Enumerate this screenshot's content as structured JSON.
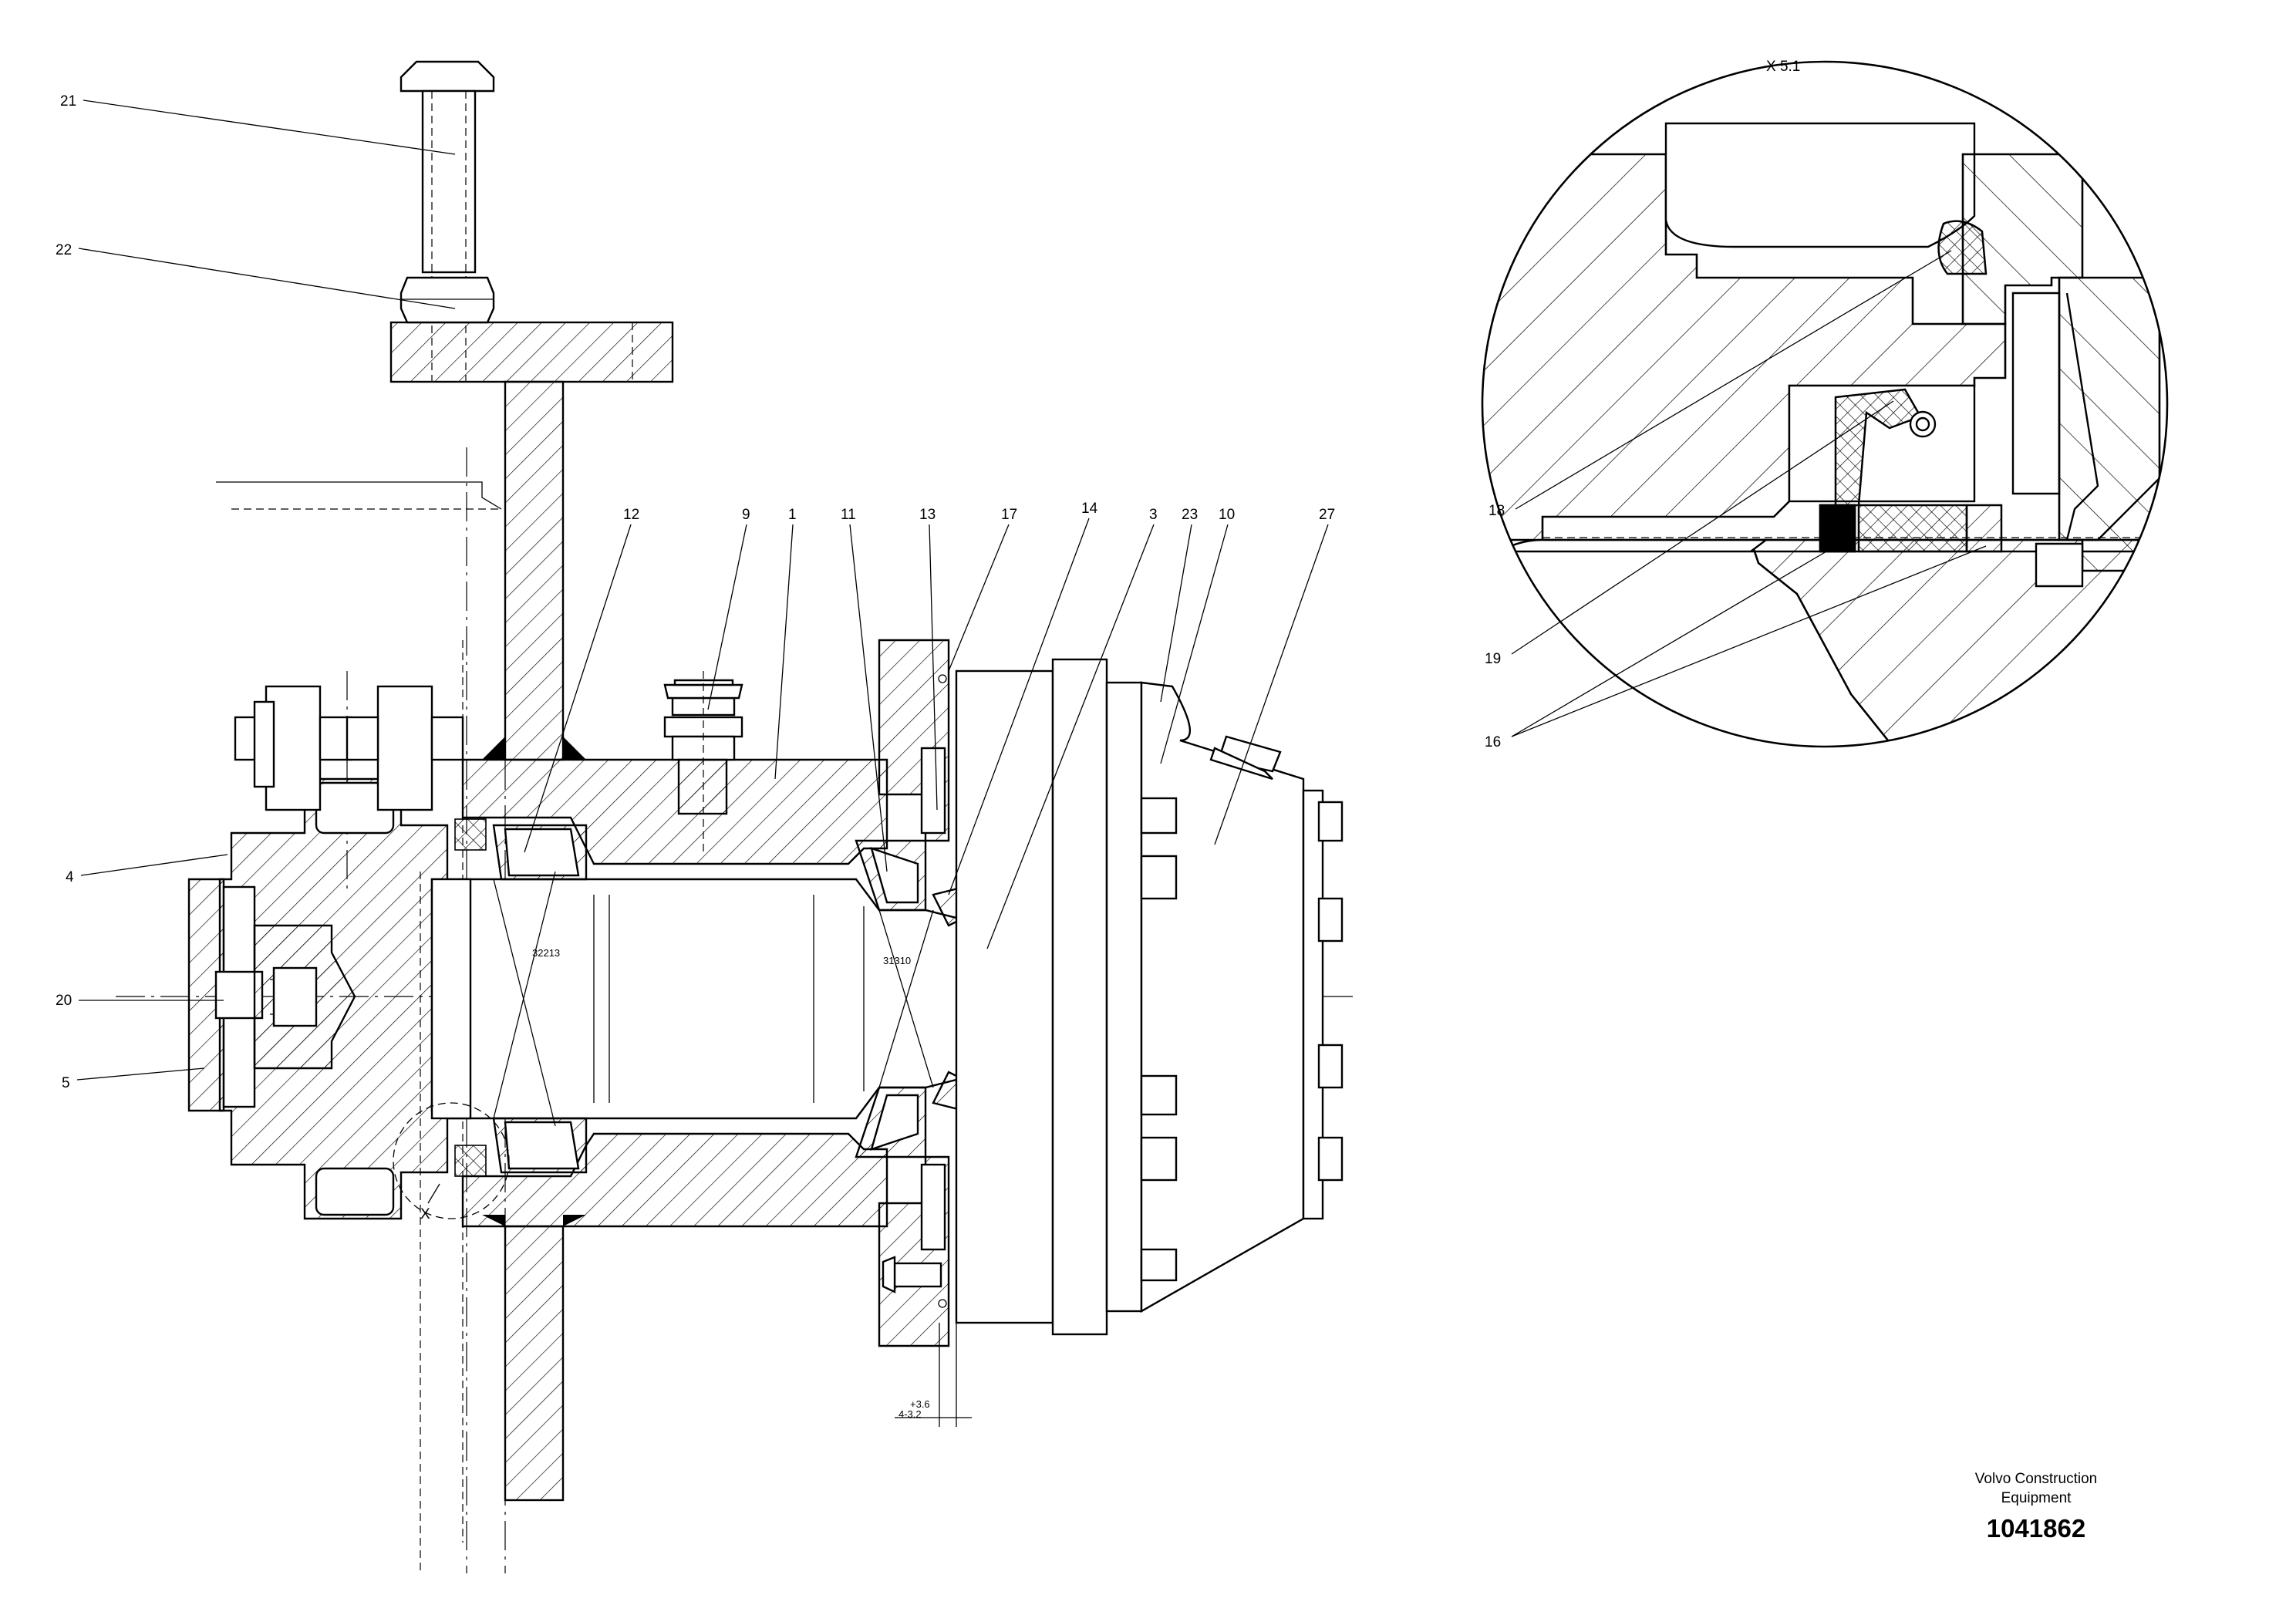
{
  "drawing": {
    "detail_title": "X 5:1",
    "section_mark": "X",
    "bearing_left": "32213",
    "bearing_right": "31310",
    "tolerance_top": "+3.6",
    "tolerance_main": "4-3.2",
    "part_labels": {
      "p21": "21",
      "p22": "22",
      "p12": "12",
      "p9": "9",
      "p1": "1",
      "p11": "11",
      "p13": "13",
      "p17": "17",
      "p14": "14",
      "p3": "3",
      "p23": "23",
      "p10": "10",
      "p27": "27",
      "p4": "4",
      "p20": "20",
      "p5": "5",
      "p18": "18",
      "p19": "19",
      "p16": "16"
    }
  },
  "title_block": {
    "company_line1": "Volvo Construction",
    "company_line2": "Equipment",
    "document_number": "1041862"
  }
}
